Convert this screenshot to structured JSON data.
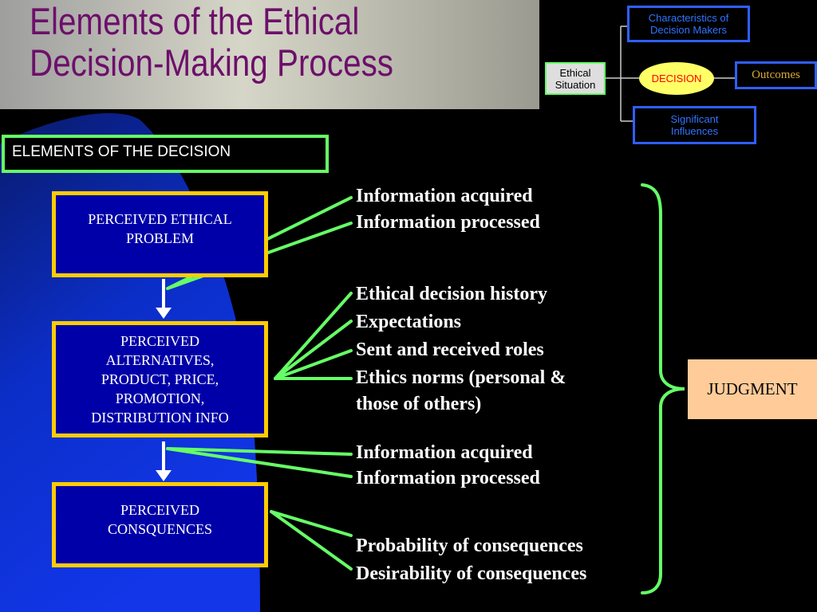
{
  "title": {
    "line1": "Elements of the Ethical",
    "line2": "Decision-Making Process"
  },
  "mini_diagram": {
    "ethical_situation": [
      "Ethical",
      "Situation"
    ],
    "characteristics": [
      "Characteristics of",
      "Decision Makers"
    ],
    "decision": "DECISION",
    "outcomes": "Outcomes",
    "influences": [
      "Significant",
      "Influences"
    ]
  },
  "section_header": "ELEMENTS OF THE DECISION",
  "stages": [
    {
      "lines": [
        "PERCEIVED ETHICAL",
        "PROBLEM"
      ]
    },
    {
      "lines": [
        "PERCEIVED",
        "ALTERNATIVES,",
        "PRODUCT, PRICE,",
        "PROMOTION,",
        "DISTRIBUTION INFO"
      ]
    },
    {
      "lines": [
        "PERCEIVED",
        "CONSQUENCES"
      ]
    }
  ],
  "factors": {
    "group1": [
      "Information acquired",
      "Information processed"
    ],
    "group2": [
      "Ethical decision history",
      "Expectations",
      "Sent and received roles",
      "Ethics norms (personal &",
      "those of others)"
    ],
    "group3": [
      "Information acquired",
      "Information processed"
    ],
    "group4": [
      "Probability of consequences",
      "Desirability of consequences"
    ]
  },
  "judgment": "JUDGMENT",
  "colors": {
    "title": "#6d0f6a",
    "connector": "#66ff66",
    "box_border": "#ffcc00",
    "box_fill": "#0000a8",
    "mini_blue": "#2f5fff",
    "judgment_fill": "#ffcc99"
  }
}
